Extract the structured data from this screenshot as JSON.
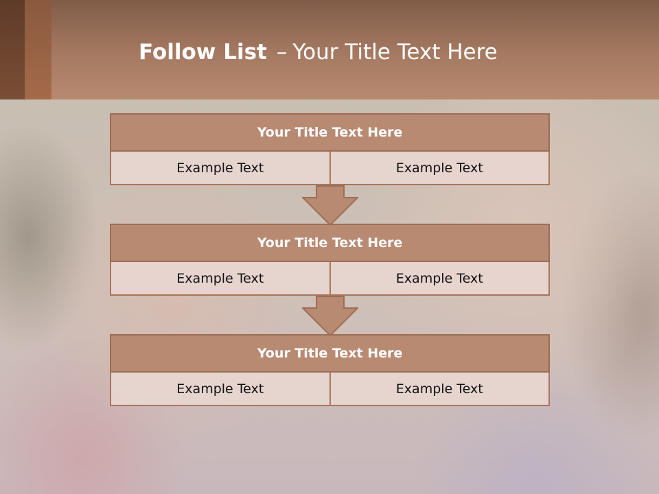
{
  "slide": {
    "title_bold": "Follow List",
    "title_separator": "–",
    "title_rest": "Your Title Text Here"
  },
  "blocks": [
    {
      "title": "Your Title Text Here",
      "left_text": "Example Text",
      "right_text": "Example Text"
    },
    {
      "title": "Your Title Text Here",
      "left_text": "Example Text",
      "right_text": "Example Text"
    },
    {
      "title": "Your Title Text Here",
      "left_text": "Example Text",
      "right_text": "Example Text"
    }
  ],
  "colors": {
    "header": "#a67a62",
    "block_head": "#b88a72",
    "block_border": "#9c6d55",
    "cell_fill": "#e8d6d0"
  }
}
